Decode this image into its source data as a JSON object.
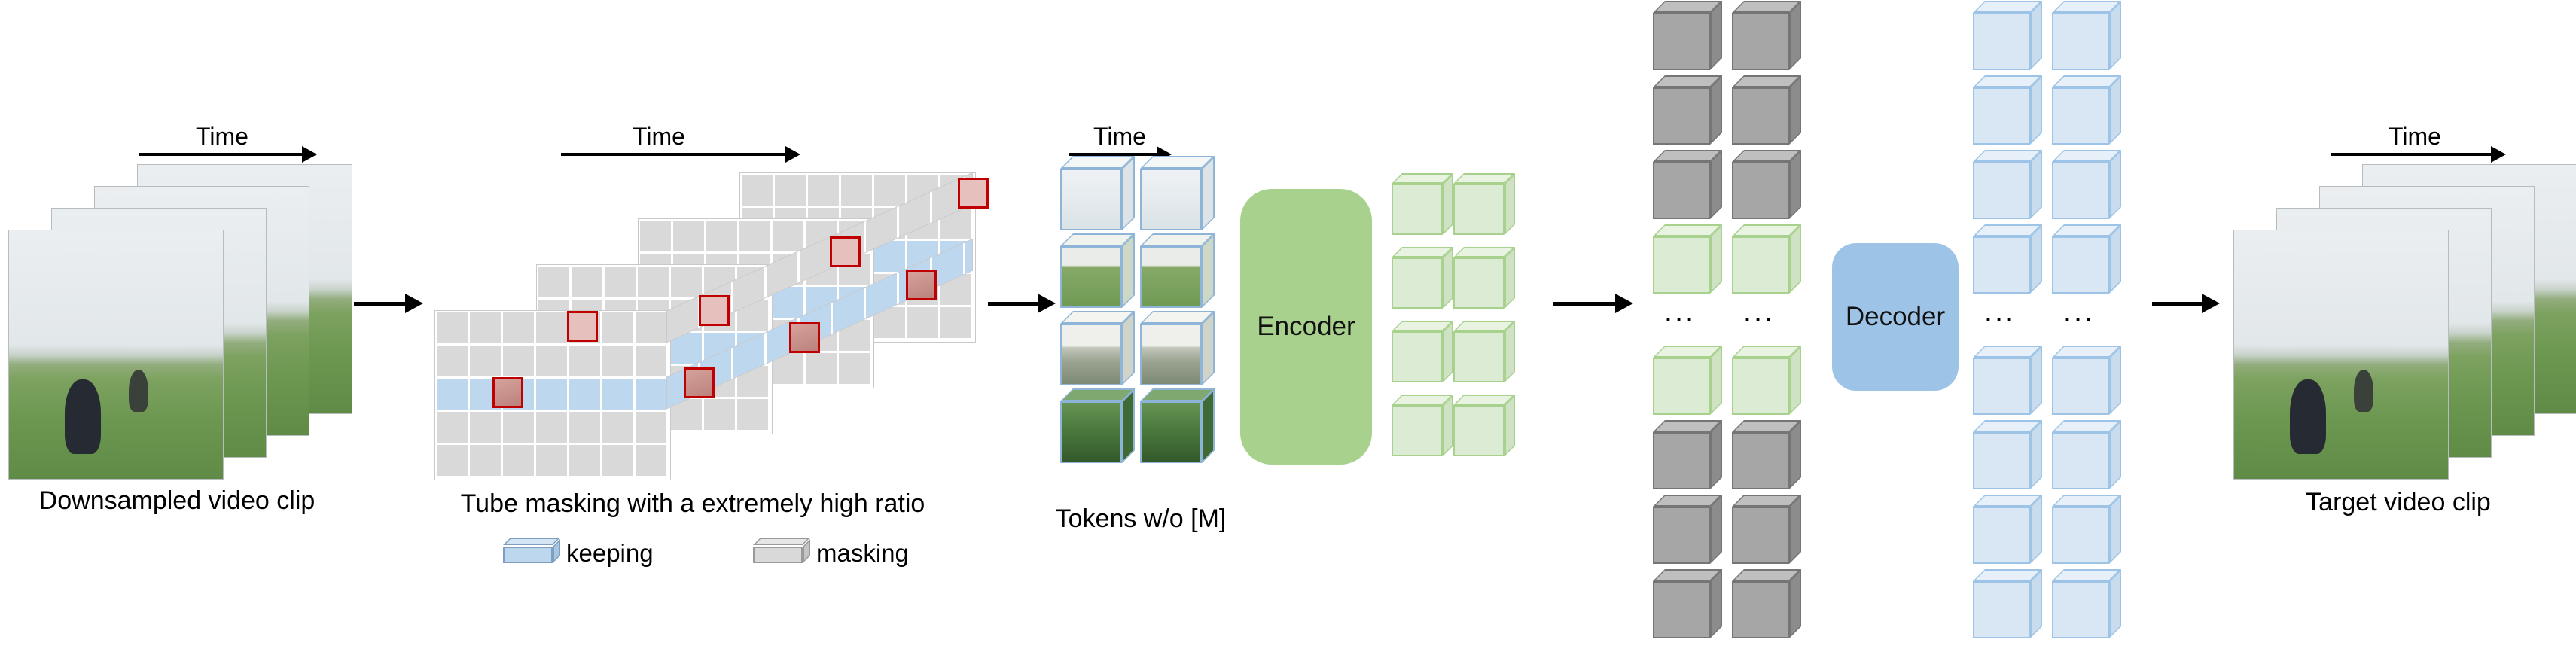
{
  "figure": {
    "input": {
      "caption": "Downsampled video clip",
      "time_label": "Time"
    },
    "masking": {
      "caption": "Tube masking with a extremely high ratio",
      "time_label": "Time",
      "legend": {
        "keeping": "keeping",
        "masking": "masking"
      }
    },
    "tokens": {
      "caption": "Tokens w/o [M]",
      "time_label": "Time"
    },
    "encoder": {
      "label": "Encoder"
    },
    "decoder": {
      "label": "Decoder"
    },
    "output": {
      "caption": "Target video clip",
      "time_label": "Time"
    },
    "ellipsis": "...",
    "colors": {
      "keeping": "#bdd7ee",
      "masking": "#d9d9d9",
      "highlight_border": "#c00000",
      "encoder_fill": "#a9d18e",
      "decoder_fill": "#9dc3e6",
      "encoded_token": "#dcebd3",
      "mask_token": "#a6a6a6",
      "decoded_token": "#d9e7f5"
    }
  }
}
